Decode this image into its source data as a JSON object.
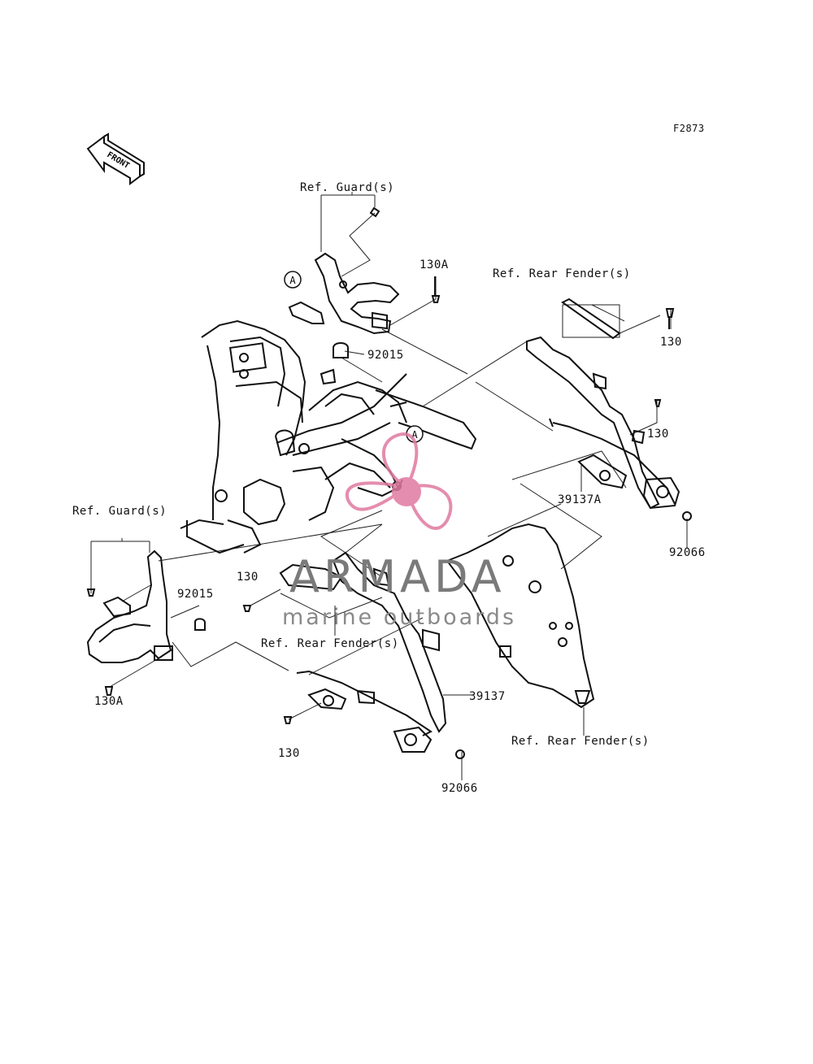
{
  "figure_code": "F2873",
  "front_arrow": {
    "label": "FRONT",
    "icon": "front-direction-arrow-icon"
  },
  "callout_letter": "A",
  "labels": {
    "ref_guard_top": "Ref. Guard(s)",
    "ref_guard_left": "Ref. Guard(s)",
    "ref_rear_fender_top": "Ref. Rear Fender(s)",
    "ref_rear_fender_mid": "Ref. Rear Fender(s)",
    "ref_rear_fender_bottom": "Ref. Rear Fender(s)",
    "part_130A_top": "130A",
    "part_130A_left": "130A",
    "part_92015_top": "92015",
    "part_92015_left": "92015",
    "part_130_right_top": "130",
    "part_130_right_mid": "130",
    "part_130_mid_left": "130",
    "part_130_bottom": "130",
    "part_39137A": "39137A",
    "part_39137": "39137",
    "part_92066_right": "92066",
    "part_92066_bottom": "92066"
  },
  "watermark": {
    "title": "ARMADA",
    "subtitle": "marine outboards",
    "logo_icon": "propeller-logo-icon",
    "logo_color": "#e07aa0"
  },
  "colors": {
    "line": "#222222",
    "background": "#ffffff"
  }
}
